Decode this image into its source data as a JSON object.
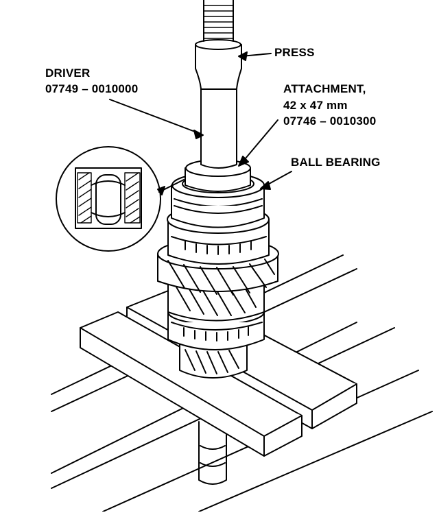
{
  "labels": {
    "press": "PRESS",
    "driver_name": "DRIVER",
    "driver_part": "07749 – 0010000",
    "attachment_name": "ATTACHMENT,",
    "attachment_size": "42 x 47 mm",
    "attachment_part": "07746 – 0010300",
    "ball_bearing": "BALL BEARING"
  },
  "colors": {
    "ink": "#000000",
    "paper": "#ffffff"
  }
}
